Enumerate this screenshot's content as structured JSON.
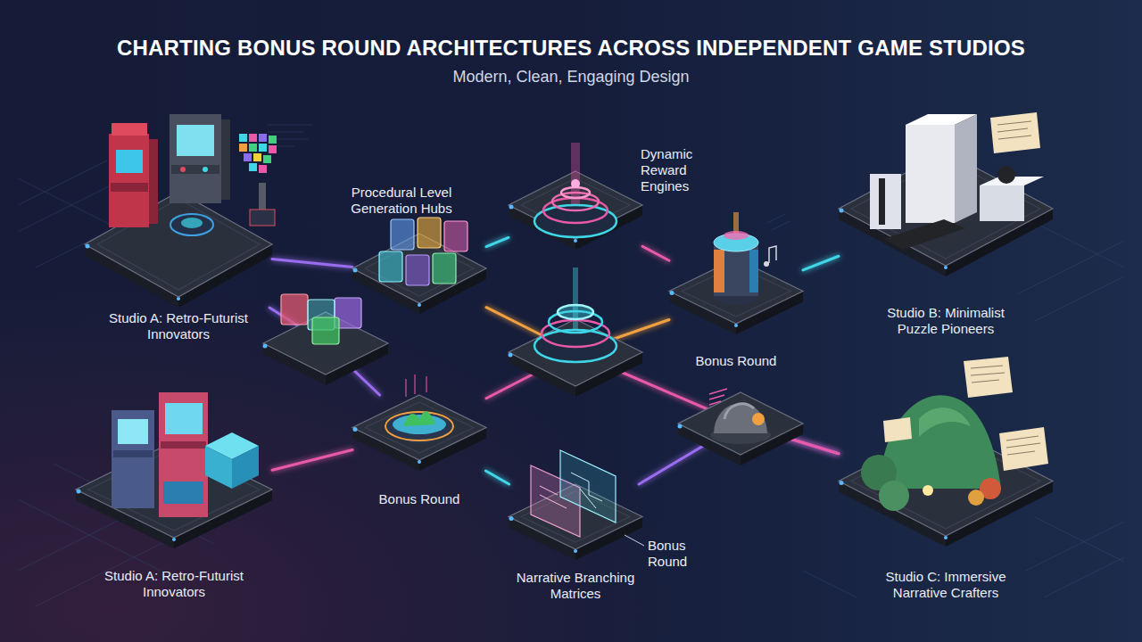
{
  "diagram": {
    "title": "CHARTING BONUS ROUND ARCHITECTURES ACROSS INDEPENDENT GAME STUDIOS",
    "nodes": [
      {
        "text": [
          "Studio A: Retro-Futurist Innovators"
        ]
      },
      {
        "text": [
          "Procedural Level Generation Hubs"
        ]
      },
      {
        "text": [
          "Dynamic Reward Engines"
        ]
      },
      {
        "text": [
          "Bonus Round"
        ]
      },
      {
        "text": [
          "Studio B: Minimalist Puzzle Pioneers"
        ]
      },
      {
        "text": [
          "Studio A: Retro-Futurist Innovators"
        ]
      },
      {
        "text": [
          "Bonus Round"
        ]
      },
      {
        "text": [
          "Narrative Branching Matrices"
        ]
      },
      {
        "text": [
          "Studio C: Immersive Narrative Crafters"
        ]
      }
    ],
    "edges": [
      {
        "from": 0,
        "to": 1,
        "arrow": "none"
      },
      {
        "from": 1,
        "to": 2,
        "arrow": "none"
      },
      {
        "from": 2,
        "to": 3,
        "arrow": "none"
      },
      {
        "from": 3,
        "to": 4,
        "arrow": "none"
      },
      {
        "from": 1,
        "to": 3,
        "arrow": "none"
      },
      {
        "from": 0,
        "to": 6,
        "arrow": "none"
      },
      {
        "from": 5,
        "to": 6,
        "arrow": "none"
      },
      {
        "from": 6,
        "to": 7,
        "arrow": "none"
      },
      {
        "from": 7,
        "to": 8,
        "arrow": "none"
      },
      {
        "from": 6,
        "to": 8,
        "arrow": "none"
      }
    ],
    "labels": [
      "Modern, Clean, Engaging Design",
      "Bonus Round"
    ]
  }
}
